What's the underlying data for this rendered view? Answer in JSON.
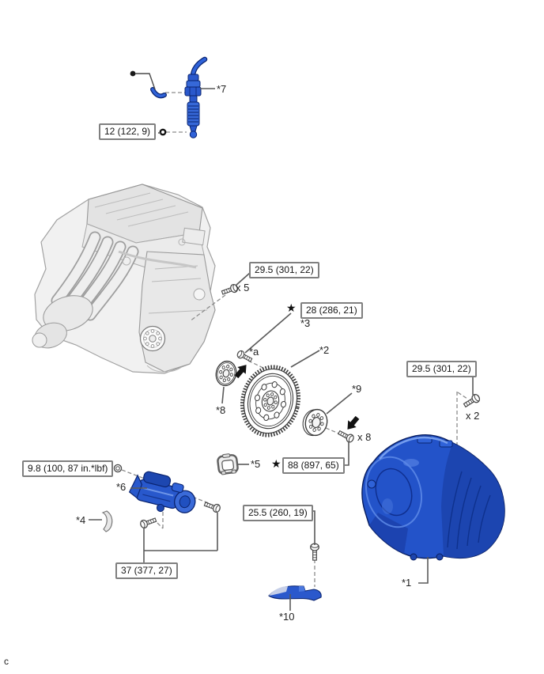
{
  "diagram": {
    "corner_mark": "c",
    "symbols": {
      "star": "★"
    },
    "counts": {
      "x5": "x 5",
      "x8": "x 8",
      "x2": "x 2"
    },
    "torques": {
      "shift_switch": "12 (122, 9)",
      "engine_rear_bolts": "29.5 (301, 22)",
      "flywheel_bolt": "28 (286, 21)",
      "flywheel_plate_bolts": "88 (897, 65)",
      "transmission_upper_bolts": "29.5 (301, 22)",
      "starter_nut": "9.8 (100, 87 in.*lbf)",
      "starter_bolts": "37 (377, 27)",
      "cover_bolt": "25.5 (260, 19)"
    },
    "part_labels": {
      "p1": "*1",
      "p2": "*2",
      "p3": "*3",
      "p4": "*4",
      "p5": "*5",
      "p6": "*6",
      "p7": "*7",
      "p8": "*8",
      "p9": "*9",
      "p10": "*10",
      "pa": "*a"
    },
    "colors": {
      "part_blue": "#2a58cc",
      "part_blue_dark": "#0a2470",
      "engine_gray": "#ededed",
      "leader_line": "#5a5a5a",
      "box_border": "#7f7f7f"
    }
  }
}
